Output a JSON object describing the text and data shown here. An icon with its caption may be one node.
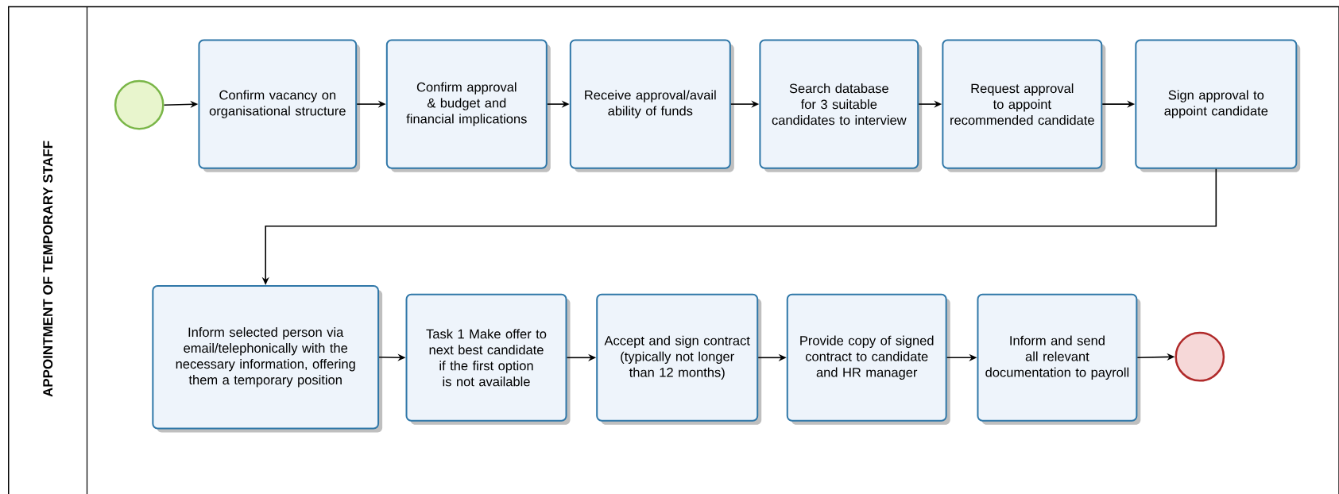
{
  "diagram": {
    "nodes": [
      {
        "text": [
          "APPOINTMENT OF TEMPORARY STAFF"
        ]
      },
      {
        "text": [],
        "shape": "circle",
        "in": 0
      },
      {
        "text": [
          "Confirm vacancy on organisational structure"
        ],
        "in": 0
      },
      {
        "text": [
          "Confirm approval & budget and financial implications"
        ],
        "in": 0
      },
      {
        "text": [
          "Receive approval/avail ability of funds"
        ],
        "in": 0
      },
      {
        "text": [
          "Search database for 3 suitable candidates to interview"
        ],
        "in": 0
      },
      {
        "text": [
          "Request approval to appoint recommended candidate"
        ],
        "in": 0
      },
      {
        "text": [
          "Sign approval to appoint candidate"
        ],
        "in": 0
      },
      {
        "text": [
          "Inform selected person via email/telephonically with the necessary information, offering them a temporary position"
        ],
        "in": 0
      },
      {
        "text": [
          "Task 1 Make offer to next best candidate if the first option is not available"
        ],
        "in": 0
      },
      {
        "text": [
          "Accept and sign contract (typically not longer than 12 months)"
        ],
        "in": 0
      },
      {
        "text": [
          "Provide copy of signed contract to candidate and HR manager"
        ],
        "in": 0
      },
      {
        "text": [
          "Inform and send all relevant documentation to payroll"
        ],
        "in": 0
      },
      {
        "text": [],
        "shape": "circle",
        "in": 0
      }
    ],
    "edges": [
      {
        "from": 1,
        "to": 2,
        "arrow": "to"
      },
      {
        "from": 2,
        "to": 3,
        "arrow": "to"
      },
      {
        "from": 3,
        "to": 4,
        "arrow": "to"
      },
      {
        "from": 4,
        "to": 5,
        "arrow": "to"
      },
      {
        "from": 5,
        "to": 6,
        "arrow": "to"
      },
      {
        "from": 6,
        "to": 7,
        "arrow": "to"
      },
      {
        "from": 7,
        "to": 8,
        "arrow": "to"
      },
      {
        "from": 8,
        "to": 9,
        "arrow": "to"
      },
      {
        "from": 9,
        "to": 10,
        "arrow": "to"
      },
      {
        "from": 10,
        "to": 11,
        "arrow": "to"
      },
      {
        "from": 11,
        "to": 12,
        "arrow": "to"
      },
      {
        "from": 12,
        "to": 13,
        "arrow": "to"
      }
    ]
  }
}
